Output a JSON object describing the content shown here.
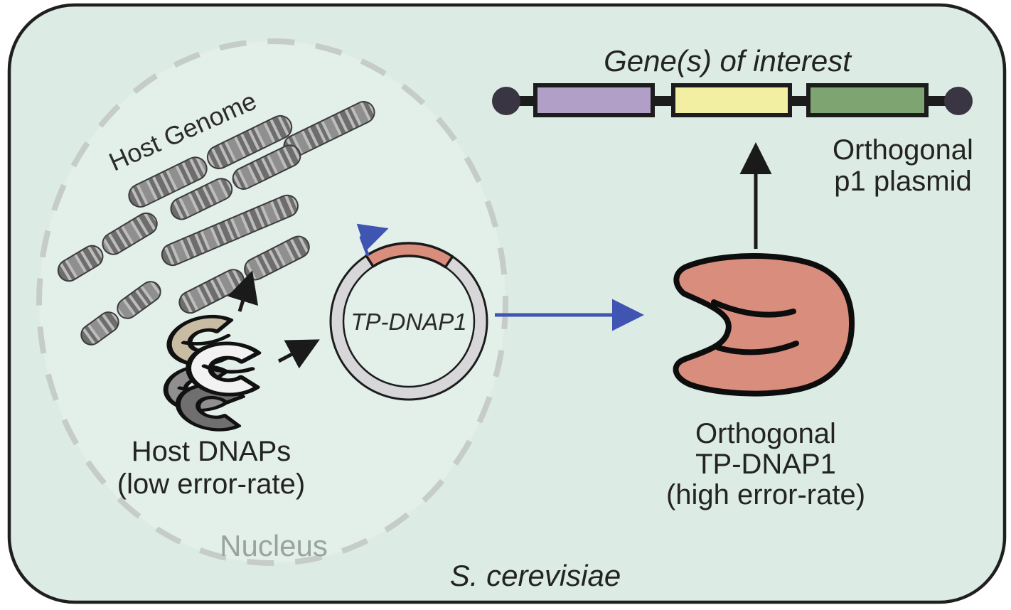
{
  "colors": {
    "cell_fill": "#dcebe4",
    "nucleus_fill": "#e3efe9",
    "salmon": "#d98d7c",
    "blue": "#4054b2",
    "purple": "#b19fc7",
    "yellow": "#f2efa2",
    "green": "#7ea472",
    "chromosome_light": "#bdbdbd",
    "chromosome_dark": "#6d6d6d",
    "telomere_dot": "#3a3542"
  },
  "nucleus": {
    "label": "Nucleus",
    "host_genome_label": "Host Genome",
    "host_dnaps_label": {
      "line1": "Host DNAPs",
      "line2": "(low error-rate)"
    },
    "plasmid_gene_label": "TP-DNAP1"
  },
  "cytoplasm": {
    "cell_label": "S. cerevisiae",
    "polymerase_label": {
      "line1": "Orthogonal",
      "line2": "TP-DNAP1",
      "line3": "(high error-rate)"
    },
    "construct": {
      "title": "Gene(s) of interest",
      "label_line1": "Orthogonal",
      "label_line2": "p1 plasmid"
    }
  }
}
